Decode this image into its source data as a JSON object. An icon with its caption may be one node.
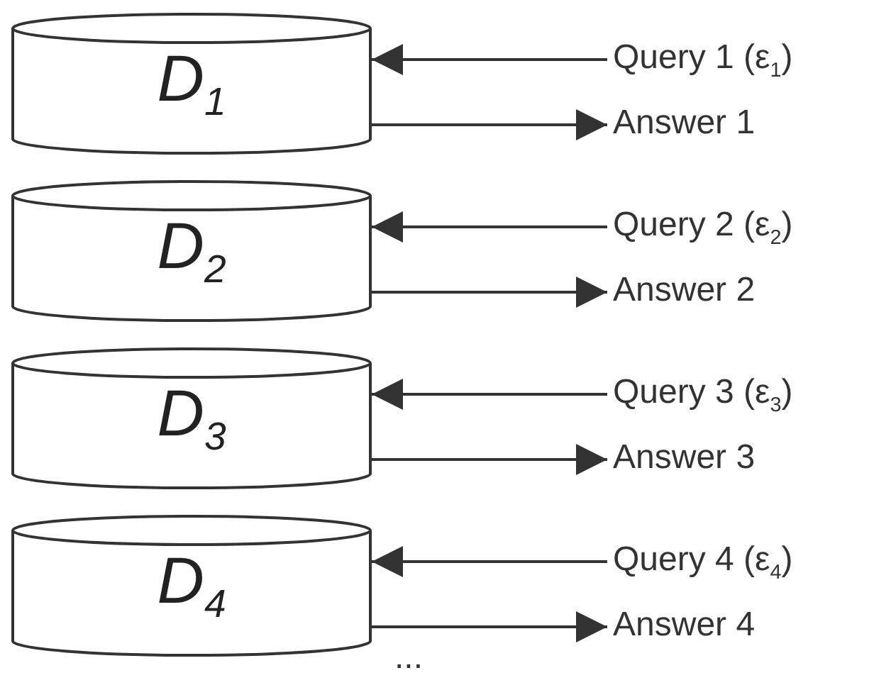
{
  "diagram": {
    "nodes": [
      {
        "text": [
          "D$_{1}$"
        ]
      },
      {
        "text": [
          "Query 1 (ε$_{1}$)"
        ]
      },
      {
        "text": [
          "Answer 1"
        ]
      },
      {
        "text": [
          "D$_{2}$"
        ]
      },
      {
        "text": [
          "Query 2 (ε$_{2}$)"
        ]
      },
      {
        "text": [
          "Answer 2"
        ]
      },
      {
        "text": [
          "D$_{3}$"
        ]
      },
      {
        "text": [
          "Query 3 (ε$_{3}$)"
        ]
      },
      {
        "text": [
          "Answer 3"
        ]
      },
      {
        "text": [
          "D$_{4}$"
        ]
      },
      {
        "text": [
          "Query 4 (ε$_{4}$)"
        ]
      },
      {
        "text": [
          "Answer 4"
        ]
      }
    ],
    "edges": [
      {
        "from": 1,
        "to": 0,
        "arrow": "to"
      },
      {
        "from": 0,
        "to": 2,
        "arrow": "to"
      },
      {
        "from": 4,
        "to": 3,
        "arrow": "to"
      },
      {
        "from": 3,
        "to": 5,
        "arrow": "to"
      },
      {
        "from": 7,
        "to": 6,
        "arrow": "to"
      },
      {
        "from": 6,
        "to": 8,
        "arrow": "to"
      },
      {
        "from": 10,
        "to": 9,
        "arrow": "to"
      },
      {
        "from": 9,
        "to": 11,
        "arrow": "to"
      }
    ],
    "labels": [
      "..."
    ]
  }
}
